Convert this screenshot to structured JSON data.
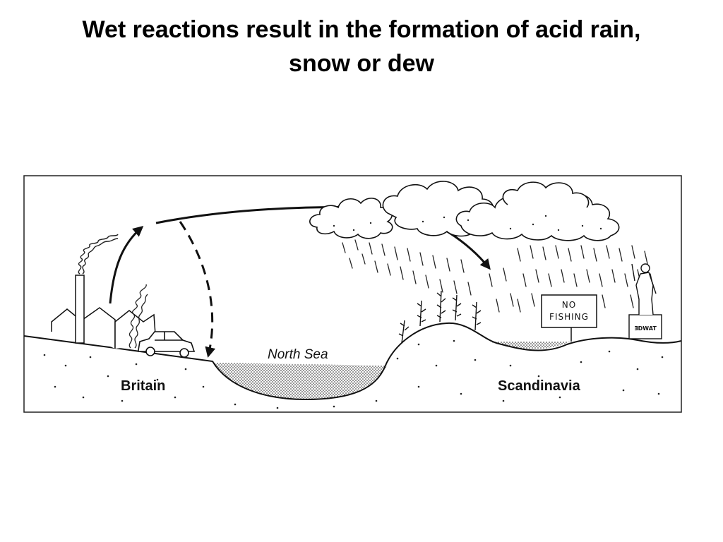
{
  "title": {
    "line1": "Wet reactions result in the formation of acid rain,",
    "line2": "snow or dew"
  },
  "diagram": {
    "labels": {
      "britain": "Britain",
      "north_sea": "North Sea",
      "scandinavia": "Scandinavia",
      "sign_line1": "NO",
      "sign_line2": "FISHING",
      "plaque": "ƎDWAT"
    },
    "icons": [
      "factory-icon",
      "car-icon",
      "cloud-icon",
      "rain-icon",
      "pine-tree-icon",
      "statue-icon",
      "sign-icon"
    ],
    "colors": {
      "ink": "#111111",
      "background": "#ffffff"
    }
  }
}
